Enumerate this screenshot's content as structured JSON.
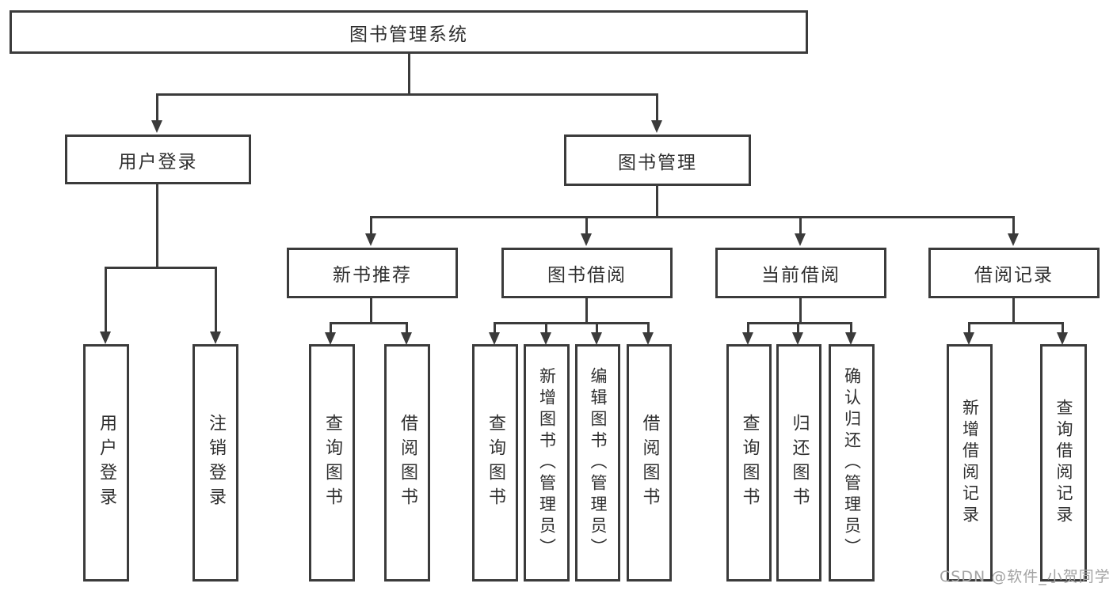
{
  "diagram": {
    "root": {
      "label": "图书管理系统"
    },
    "level2": [
      {
        "label": "用户登录"
      },
      {
        "label": "图书管理"
      }
    ],
    "level3": [
      {
        "label": "新书推荐"
      },
      {
        "label": "图书借阅"
      },
      {
        "label": "当前借阅"
      },
      {
        "label": "借阅记录"
      }
    ],
    "leaves": {
      "user_login": [
        {
          "label": "用户登录"
        },
        {
          "label": "注销登录"
        }
      ],
      "new_book": [
        {
          "label": "查询图书"
        },
        {
          "label": "借阅图书"
        }
      ],
      "book_borrow": [
        {
          "label": "查询图书"
        },
        {
          "label": "新增图书（管理员）"
        },
        {
          "label": "编辑图书（管理员）"
        },
        {
          "label": "借阅图书"
        }
      ],
      "current_borrow": [
        {
          "label": "查询图书"
        },
        {
          "label": "归还图书"
        },
        {
          "label": "确认归还（管理员）"
        }
      ],
      "borrow_record": [
        {
          "label": "新增借阅记录"
        },
        {
          "label": "查询借阅记录"
        }
      ]
    },
    "watermark": "CSDN @软件_小贺同学",
    "colors": {
      "line": "#3b3b3b",
      "text": "#2f2f2f",
      "watermark": "#a3a3a3",
      "background": "#ffffff"
    }
  }
}
